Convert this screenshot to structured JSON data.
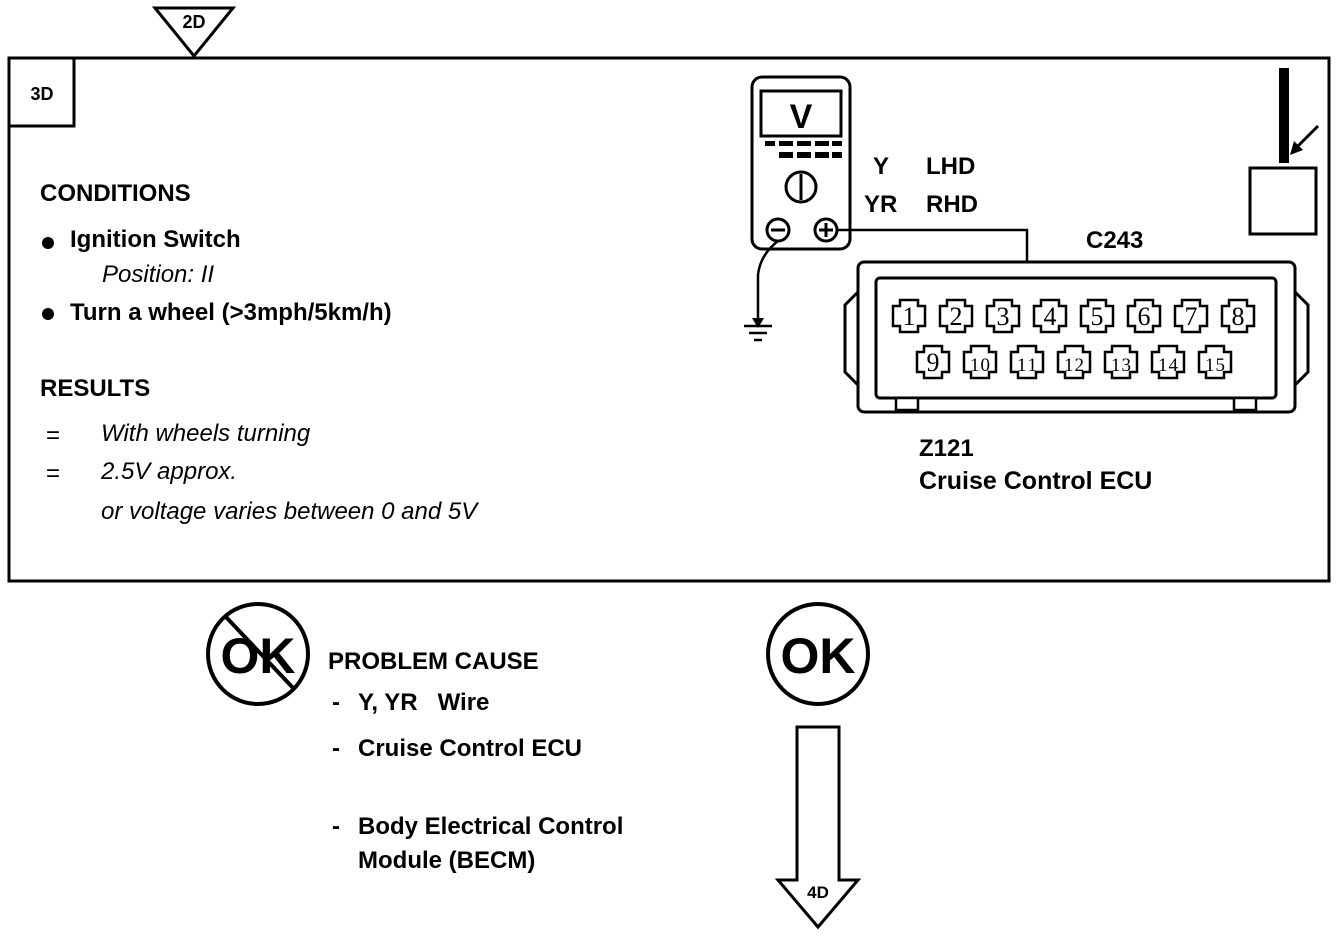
{
  "step": {
    "entry": "2D",
    "current": "3D",
    "next": "4D"
  },
  "conditions": {
    "heading": "CONDITIONS",
    "items": [
      {
        "label": "Ignition Switch",
        "detail": "Position: II"
      },
      {
        "label": "Turn a wheel (>3mph/5km/h)"
      }
    ]
  },
  "results": {
    "heading": "RESULTS",
    "lines": [
      {
        "marker": "=",
        "text": "With wheels turning"
      },
      {
        "marker": "=",
        "text": "2.5V approx."
      },
      {
        "marker": "",
        "text": "or voltage varies between 0 and 5V"
      }
    ]
  },
  "meter": {
    "display": "V",
    "minus": "⊖",
    "plus": "⊕"
  },
  "wire": [
    {
      "color": "Y",
      "side": "LHD"
    },
    {
      "color": "YR",
      "side": "RHD"
    }
  ],
  "connector": {
    "id": "C243",
    "row1": [
      "1",
      "2",
      "3",
      "4",
      "5",
      "6",
      "7",
      "8"
    ],
    "row2": [
      "9",
      "10",
      "11",
      "12",
      "13",
      "14",
      "15"
    ],
    "probed_pin": "11"
  },
  "component": {
    "id": "Z121",
    "name": "Cruise Control ECU"
  },
  "outcomes": {
    "not_ok": {
      "symbol": "OK",
      "heading": "PROBLEM CAUSE",
      "causes": [
        "Y, YR   Wire",
        "Cruise Control ECU",
        "Body Electrical Control",
        "Module (BECM)"
      ],
      "dash": "-"
    },
    "ok": {
      "symbol": "OK"
    }
  }
}
